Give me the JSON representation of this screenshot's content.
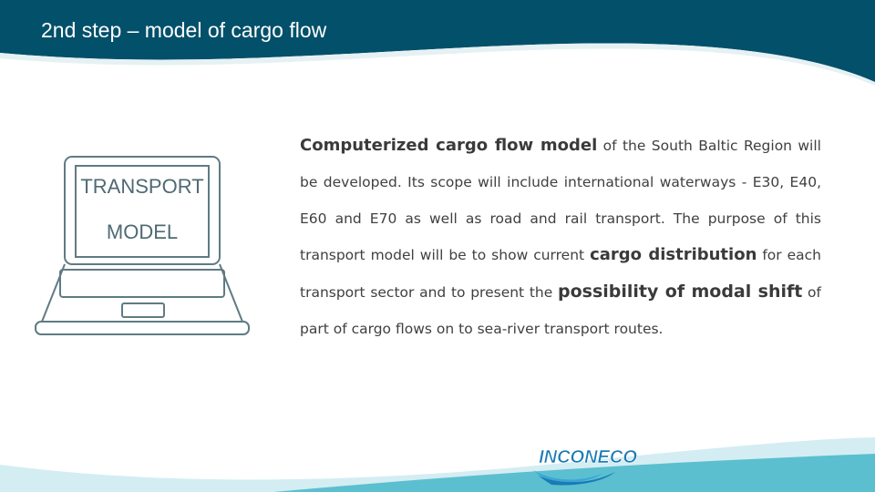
{
  "slide": {
    "title": "2nd step – model of cargo flow"
  },
  "illustration": {
    "screen_line1": "TRANSPORT",
    "screen_line2": "MODEL",
    "icon": "laptop-icon"
  },
  "paragraph": {
    "highlight_1": "Computerized cargo flow model",
    "text_1": " of the South Baltic Region will be developed. Its scope will include international waterways - E30, E40, E60 and E70 as well as road and rail transport. The purpose of this transport model will be to show current ",
    "highlight_2": "cargo distribution",
    "text_2": " for each transport sector and to present the ",
    "highlight_3": "possibility of modal shift",
    "text_3": " of part of cargo flows on to sea-river transport routes."
  },
  "logo": {
    "text": "INCONECO",
    "icon": "wave-logo-icon"
  },
  "colors": {
    "header": "#03506a",
    "footer_light": "#d3edf3",
    "footer_dark": "#5bbfd0",
    "logo_blue": "#1a7bb5"
  }
}
